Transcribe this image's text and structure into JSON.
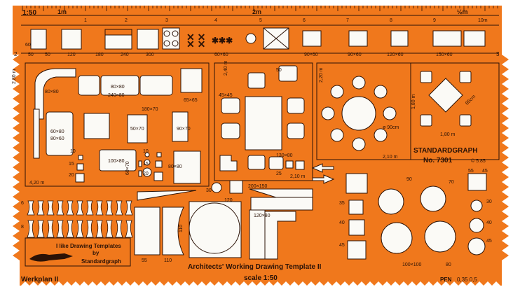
{
  "colors": {
    "template": "#f0781c",
    "ink": "#2b1206",
    "cutout": "#fbfaf6",
    "background": "#ffffff"
  },
  "scale_top": "1:50",
  "ruler_labels": {
    "m1": "1m",
    "m2": "2m",
    "half": "½m",
    "num1": "1",
    "num2": "2",
    "num3": "3",
    "num4": "4",
    "num5": "5",
    "num6": "6",
    "num7": "7",
    "num8": "8",
    "num9": "9",
    "ten": "10m"
  },
  "row1_labels": {
    "a50": "50",
    "a60": "60",
    "b120": "120",
    "b180": "180",
    "b240": "240",
    "b300": "300",
    "c60x60": "60×60",
    "d90x60": "90×60",
    "e90x60": "90×60",
    "f120x60": "120×60",
    "g150x60": "150×60"
  },
  "side_numbers": {
    "left2": "2",
    "right3": "3"
  },
  "left_panel": {
    "l280": "2,80 m",
    "l80x80a": "80×80",
    "l80x80b": "80×80",
    "l240x80": "240×80",
    "l180x70": "180×70",
    "l65x65": "65×65",
    "l60x70": "60×70",
    "l50x70": "50×70",
    "l90x70": "90×70",
    "l60x80": "60×80",
    "l80x60": "80×60",
    "l100x80": "100×80",
    "l80x80c": "80×80",
    "l10": "10",
    "l15": "15",
    "l20": "20",
    "l10b": "10",
    "l15b": "15",
    "l20b": "20",
    "l420": "4,20 m",
    "l30": "30"
  },
  "middle_panel": {
    "m240": "2,40 m",
    "m50": "50",
    "m45x45": "45×45",
    "m130x80": "130×80",
    "m25": "25",
    "m210": "2,10 m",
    "m120": "120",
    "m200x150": "200×150",
    "m120x80": "120×80",
    "m110": "110",
    "m55": "55",
    "m110b": "110"
  },
  "right_panel": {
    "r220": "2,20 m",
    "r90cm": "ø 90cm",
    "r210": "2,10 m",
    "r180a": "1,80 m",
    "r180b": "1,80 m",
    "r85": "85cm",
    "brand": "STANDARDGRAPH",
    "model": "No. 7301",
    "copyright": "© 5.85",
    "r35": "35",
    "r40": "40",
    "r45": "45",
    "r55": "55",
    "r45b": "45",
    "r90": "90",
    "r70": "70",
    "r100x100": "100×100",
    "r80": "80",
    "r30": "30",
    "r40b": "40",
    "r45c": "45"
  },
  "bottom": {
    "logo_line1": "I like Drawing Templates",
    "logo_line2": "by",
    "logo_line3": "Standardgraph",
    "title": "Architects' Working Drawing Template II",
    "scale": "scale 1:50",
    "werkplan": "Werkplan II",
    "pen": "PEN",
    "pen_sizes": "0,35  0,5"
  }
}
